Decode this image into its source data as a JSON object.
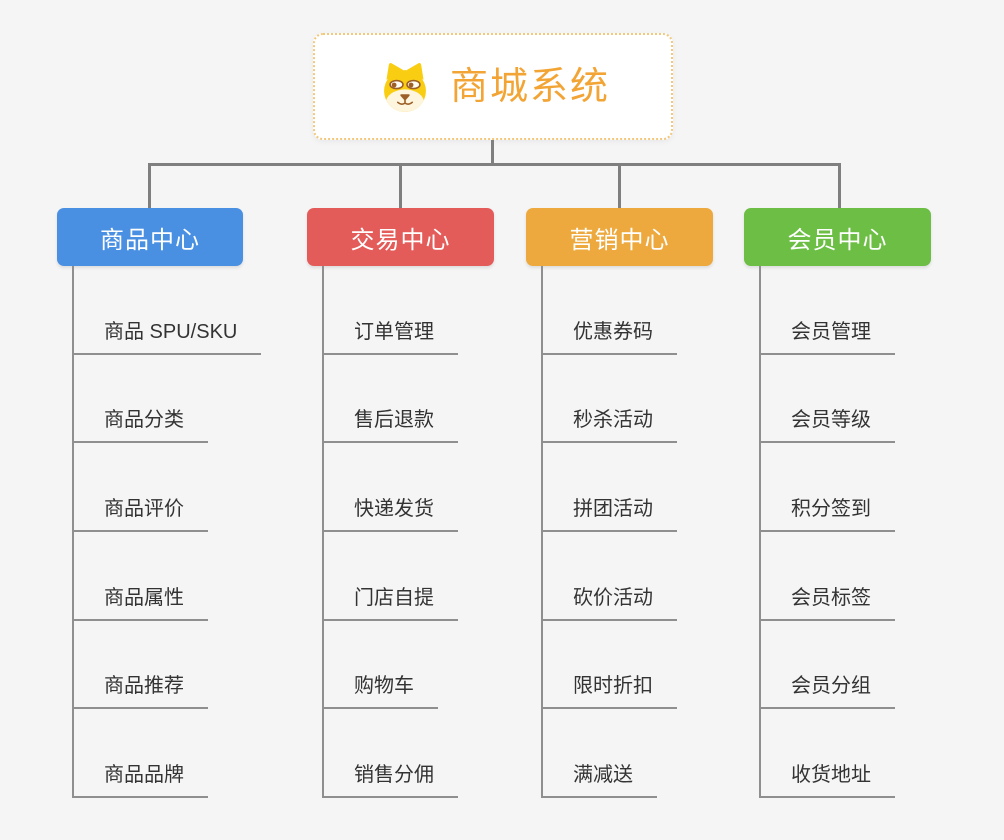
{
  "theme": {
    "page_bg": "#f5f5f6",
    "connector_color": "#7f7f7f",
    "leaf_line_color": "#8f8f8f",
    "leaf_text_color": "#333333",
    "root_border_color": "#f3c87d",
    "root_title_color": "#f2a434",
    "dog_yellow": "#f9cd11",
    "dog_cream": "#fdf5dd",
    "dog_brown": "#9c5f28"
  },
  "root": {
    "title": "商城系统",
    "icon": "dog-icon"
  },
  "branches": [
    {
      "label": "商品中心",
      "color": "#4a90e2",
      "items": [
        "商品 SPU/SKU",
        "商品分类",
        "商品评价",
        "商品属性",
        "商品推荐",
        "商品品牌"
      ]
    },
    {
      "label": "交易中心",
      "color": "#e45c5a",
      "items": [
        "订单管理",
        "售后退款",
        "快递发货",
        "门店自提",
        "购物车",
        "销售分佣"
      ]
    },
    {
      "label": "营销中心",
      "color": "#eda93d",
      "items": [
        "优惠券码",
        "秒杀活动",
        "拼团活动",
        "砍价活动",
        "限时折扣",
        "满减送"
      ]
    },
    {
      "label": "会员中心",
      "color": "#6cbe44",
      "items": [
        "会员管理",
        "会员等级",
        "积分签到",
        "会员标签",
        "会员分组",
        "收货地址"
      ]
    }
  ]
}
